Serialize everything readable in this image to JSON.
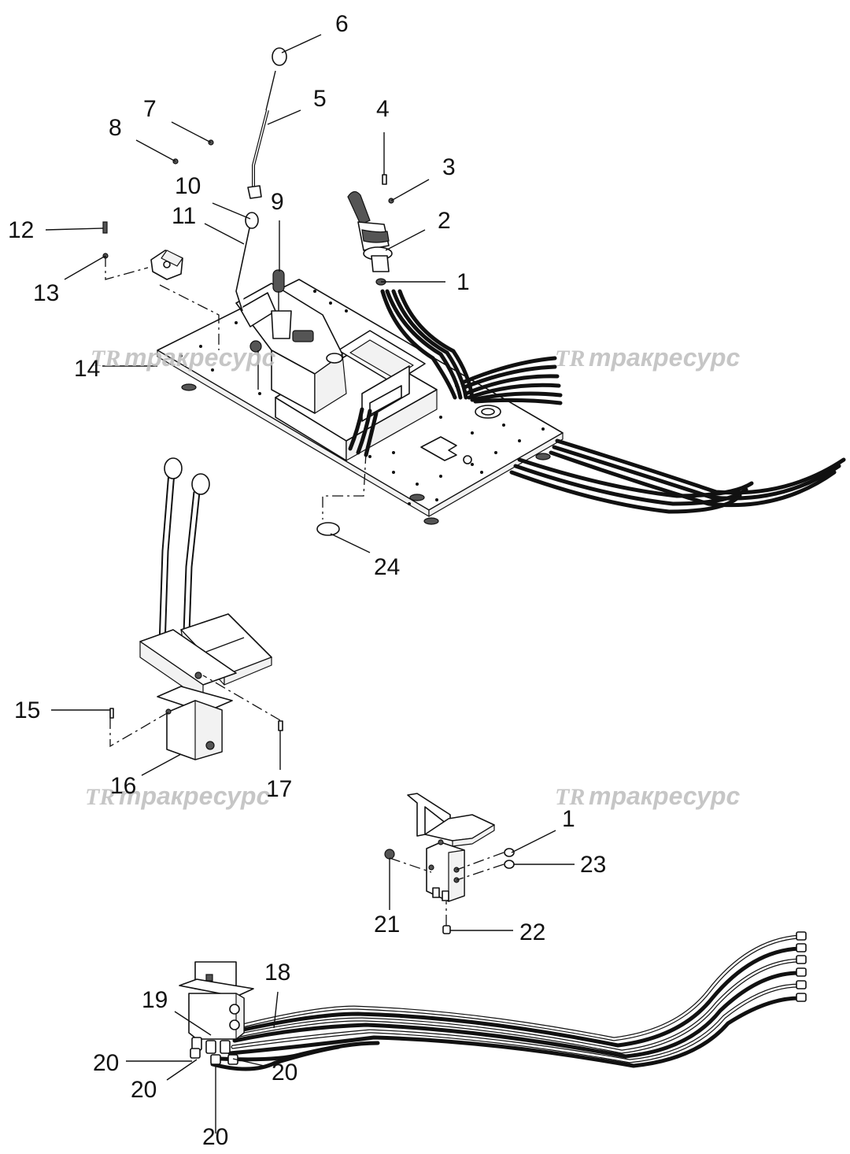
{
  "watermark": {
    "logo": "TR",
    "text": "тракресурс"
  },
  "callouts": {
    "c1a": "1",
    "c2": "2",
    "c3": "3",
    "c4": "4",
    "c5": "5",
    "c6": "6",
    "c7": "7",
    "c8": "8",
    "c9": "9",
    "c10": "10",
    "c11": "11",
    "c12": "12",
    "c13": "13",
    "c14": "14",
    "c15": "15",
    "c16": "16",
    "c17": "17",
    "c18": "18",
    "c19": "19",
    "c20a": "20",
    "c20b": "20",
    "c20c": "20",
    "c20d": "20",
    "c21": "21",
    "c22": "22",
    "c23": "23",
    "c24": "24",
    "c1b": "1"
  }
}
